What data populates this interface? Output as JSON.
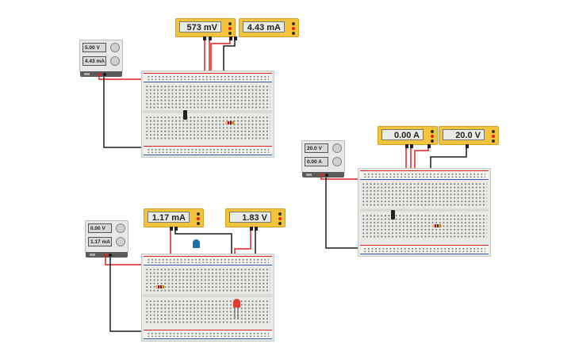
{
  "circuits": [
    {
      "supply": {
        "voltage": "5.00 V",
        "current": "4.43 mA"
      },
      "meters": [
        {
          "reading": "573 mV"
        },
        {
          "reading": "4.43 mA"
        }
      ]
    },
    {
      "supply": {
        "voltage": "20.0 V",
        "current": "0.00 A"
      },
      "meters": [
        {
          "reading": "0.00 A"
        },
        {
          "reading": "20.0 V"
        }
      ]
    },
    {
      "supply": {
        "voltage": "0.00 V",
        "current": "1.17 mA"
      },
      "meters": [
        {
          "reading": "1.17 mA"
        },
        {
          "reading": "1.83 V"
        }
      ]
    }
  ],
  "colors": {
    "wire_red": "#e02020",
    "wire_black": "#1a1a1a",
    "meter_body": "#f3c33b",
    "led_red": "#e23a2e",
    "led_blue": "#1e6fa8"
  }
}
